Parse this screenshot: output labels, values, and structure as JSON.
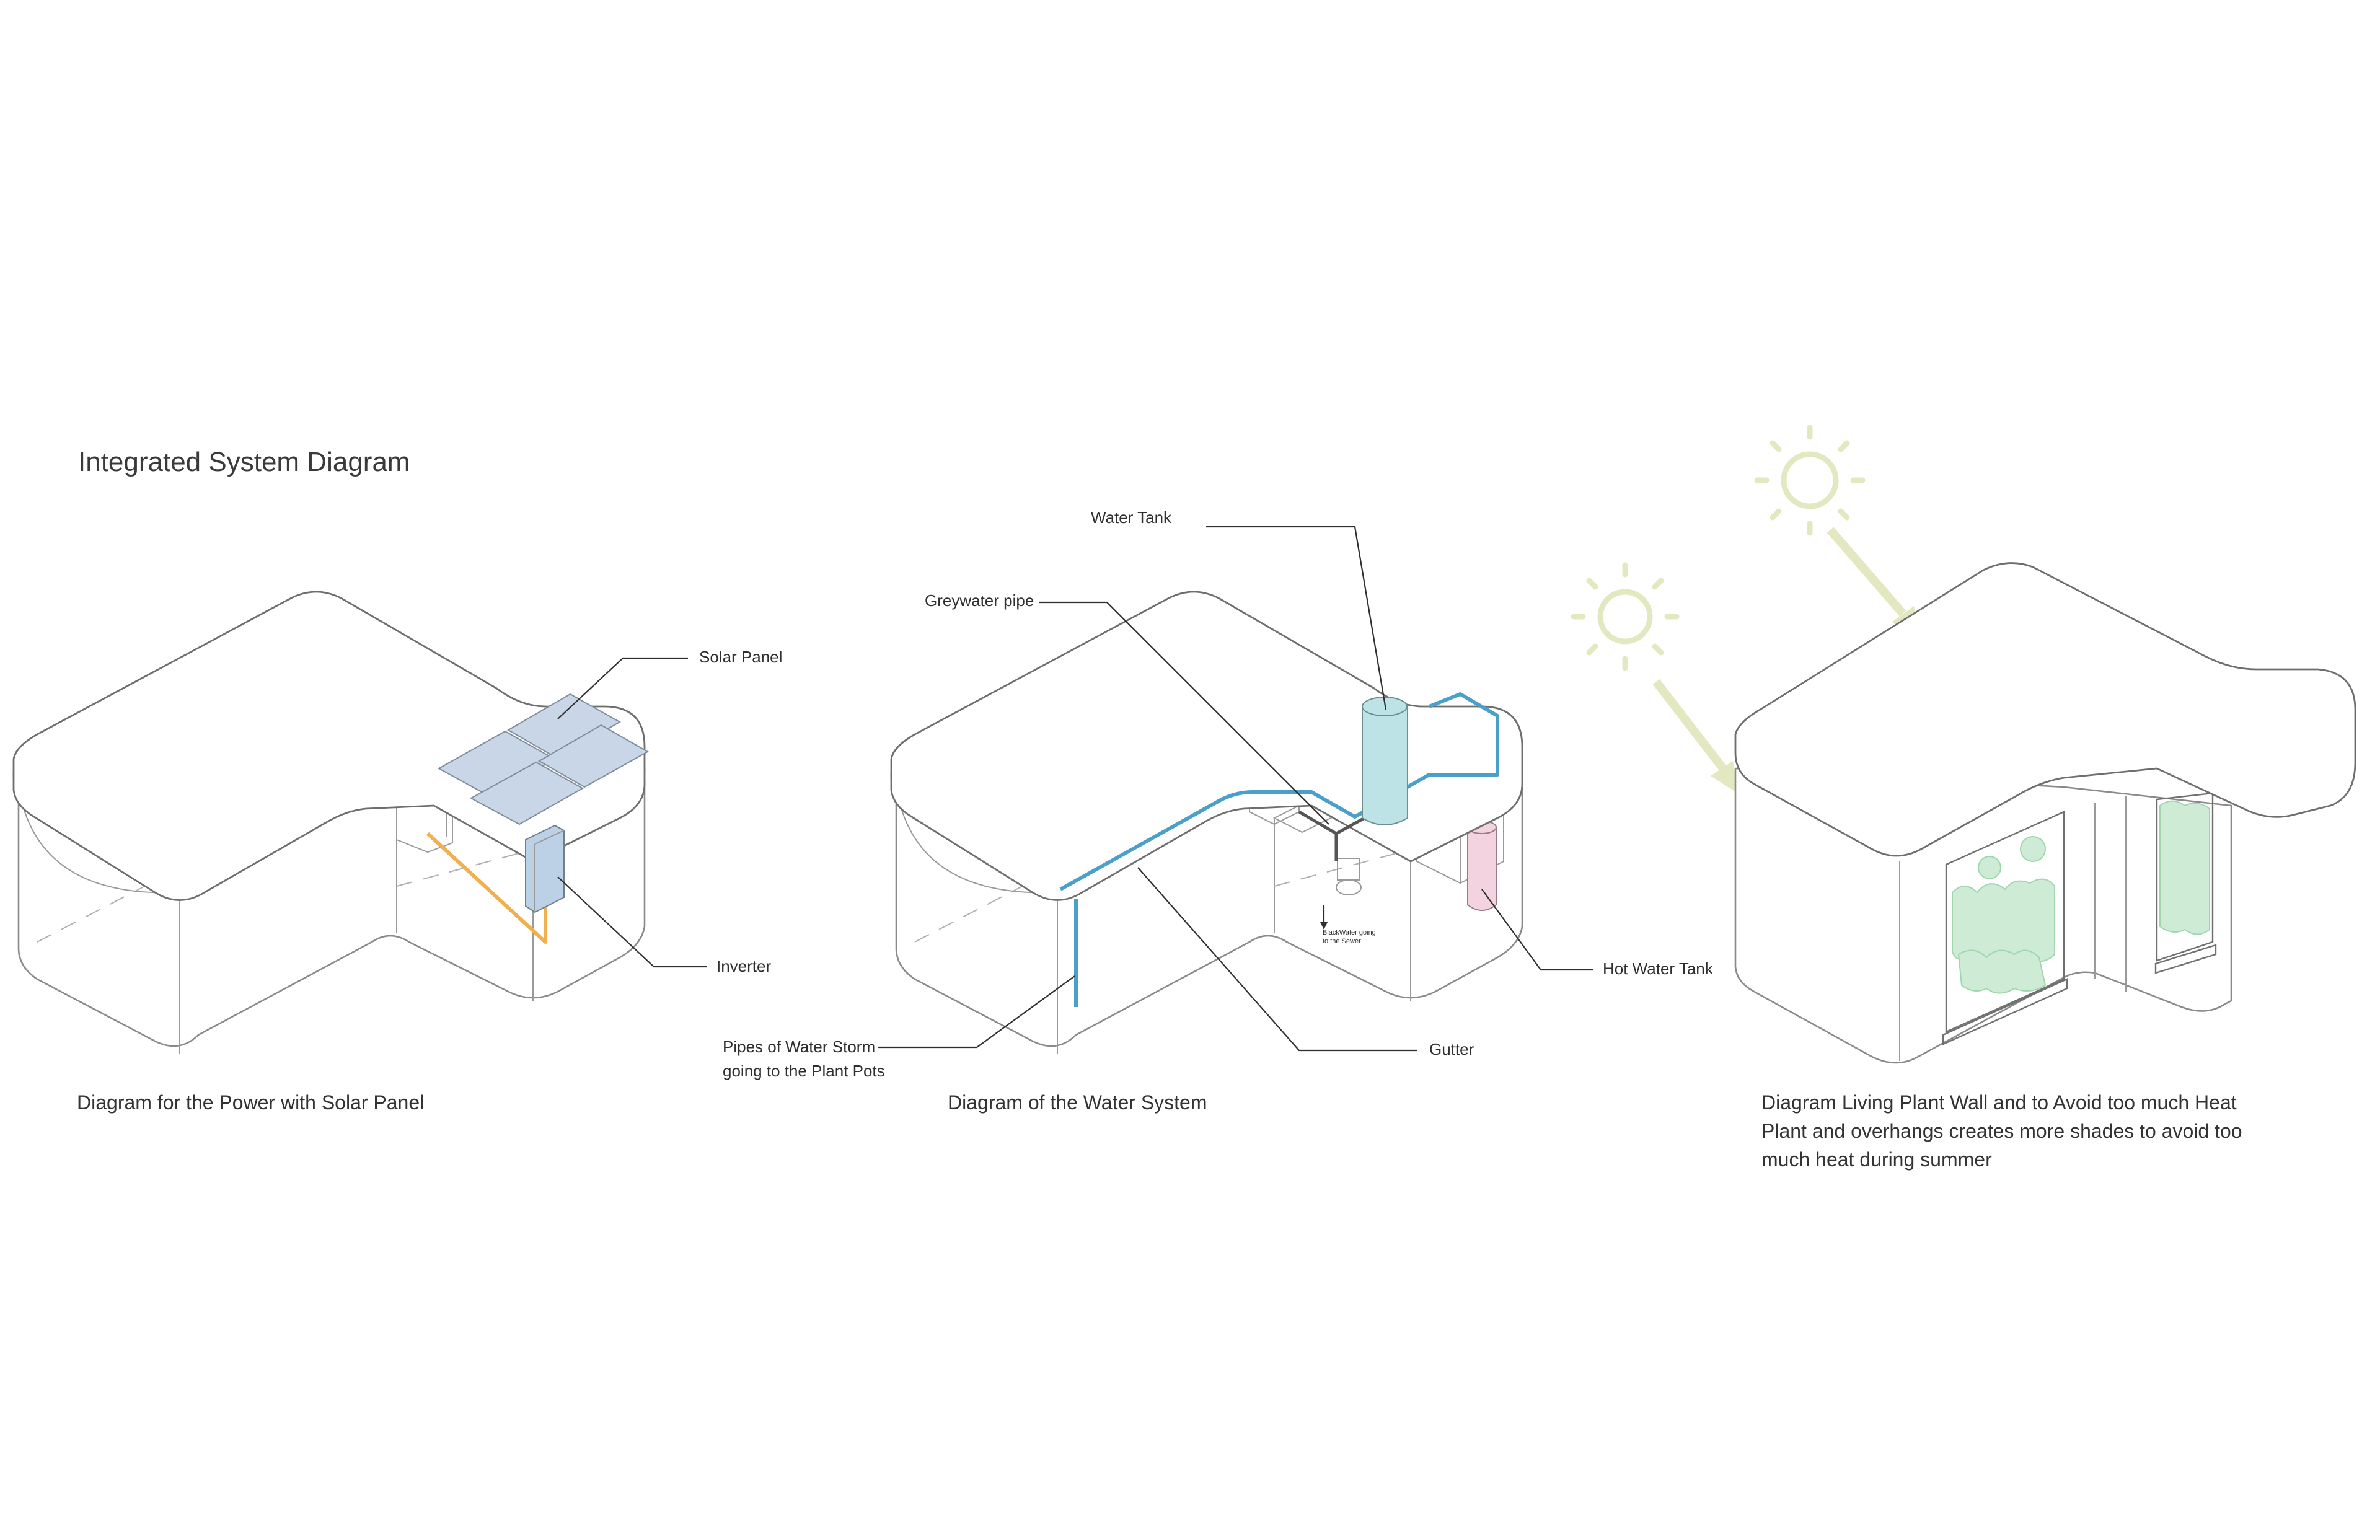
{
  "title": "Integrated System Diagram",
  "power_diagram": {
    "caption": "Diagram for the Power with Solar Panel",
    "labels": {
      "solar_panel": "Solar Panel",
      "inverter": "Inverter"
    }
  },
  "water_diagram": {
    "caption": "Diagram of the Water System",
    "labels": {
      "water_tank": "Water Tank",
      "greywater_pipe": "Greywater pipe",
      "blackwater_line1": "BlackWater going",
      "blackwater_line2": "to the Sewer",
      "hot_water_tank": "Hot Water Tank",
      "gutter": "Gutter",
      "storm_line1": "Pipes of Water Storm",
      "storm_line2": "going to the Plant Pots"
    }
  },
  "plant_diagram": {
    "caption_line1": "Diagram Living Plant Wall and to Avoid too much Heat",
    "caption_line2": "Plant and overhangs creates more shades to avoid too",
    "caption_line3": "much heat during summer"
  },
  "colors": {
    "solar_panel": "#c8d6e8",
    "wiring": "#f0b050",
    "water_pipe": "#4aa0c8",
    "water_tank": "#bde3e6",
    "hot_water_tank": "#f4d3e0",
    "sun": "#e3e8c0",
    "plants": "#cdebd5"
  }
}
